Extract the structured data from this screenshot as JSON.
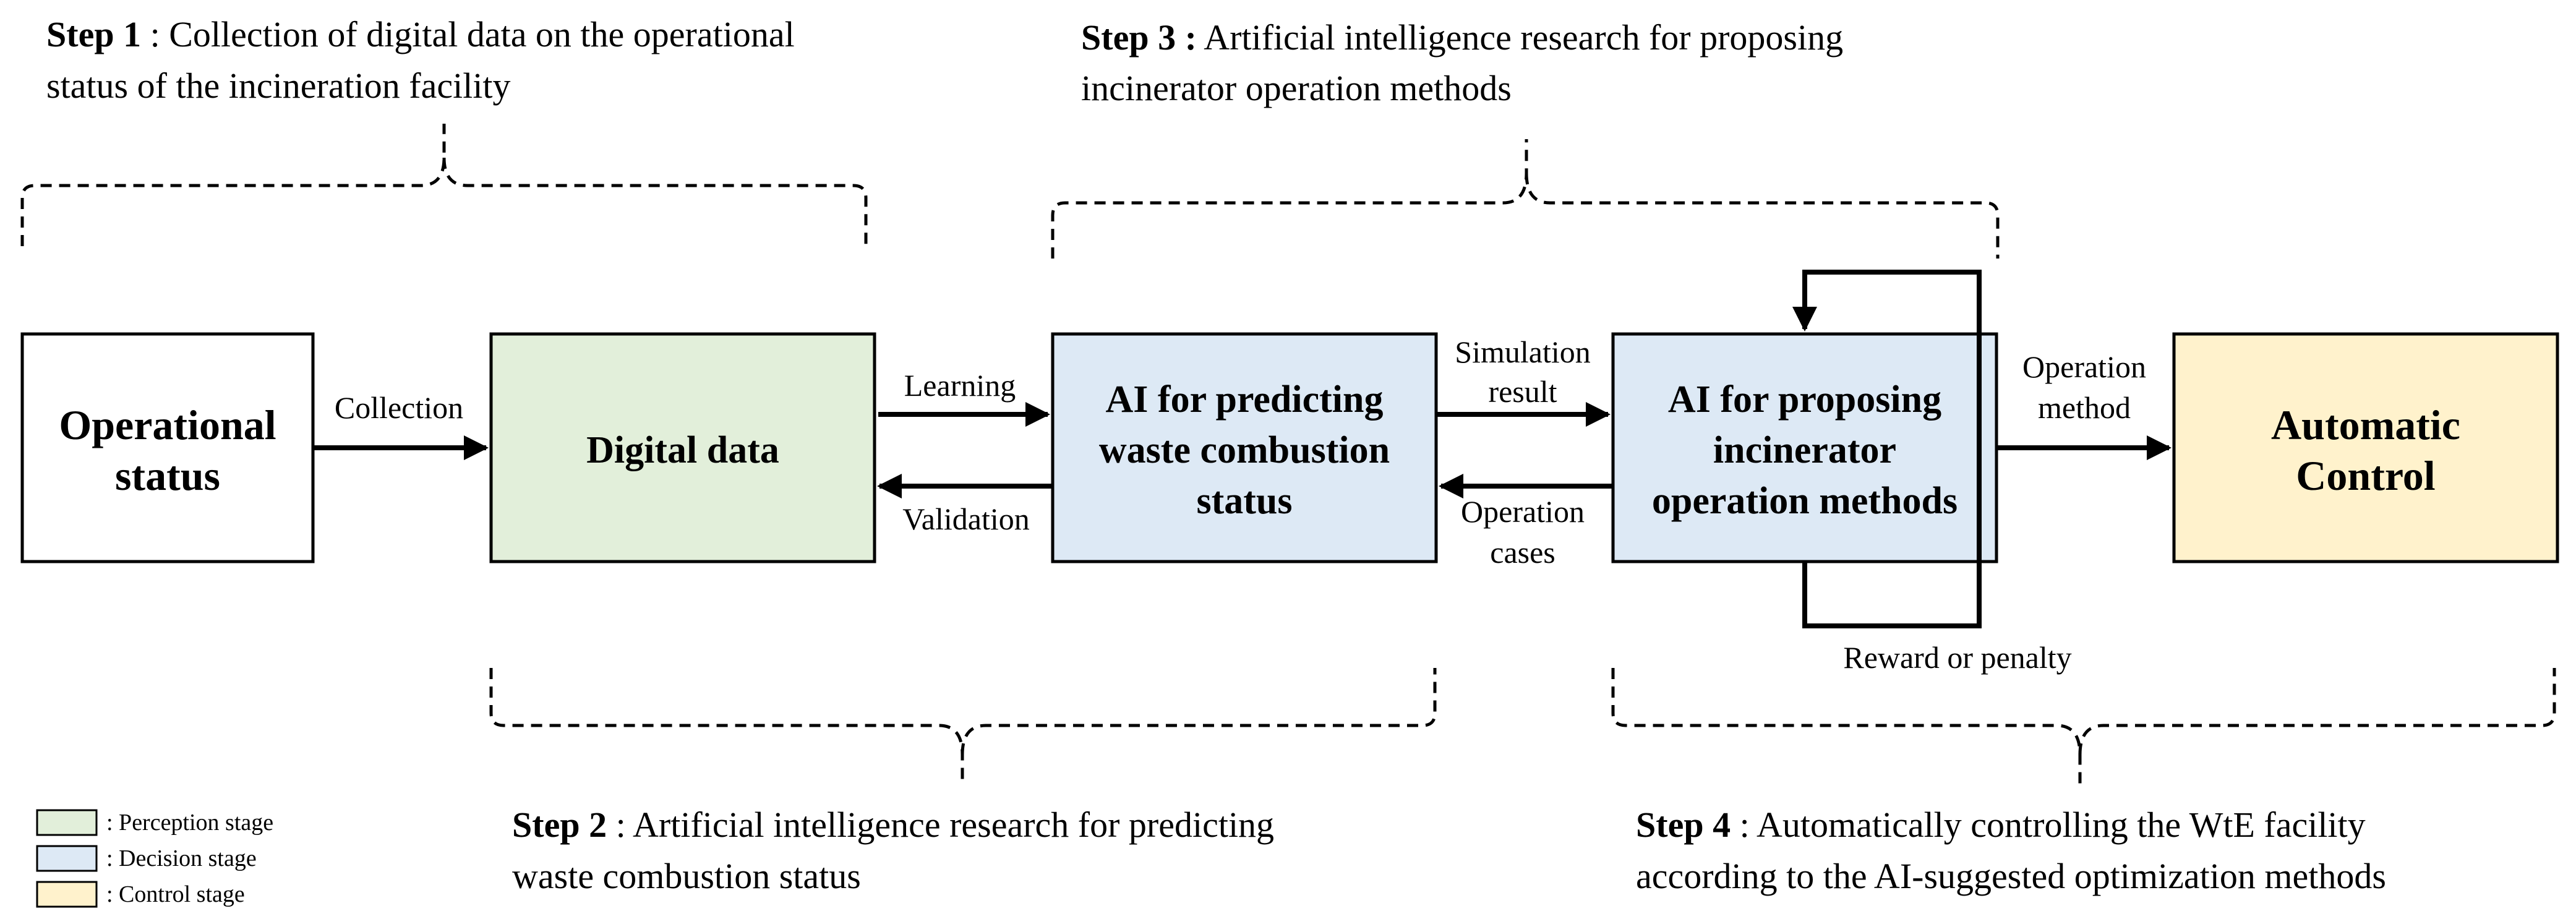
{
  "colors": {
    "perception": "#e2efda",
    "decision": "#dde9f5",
    "control": "#fff2cc",
    "white": "#ffffff",
    "stroke": "#000000"
  },
  "steps": {
    "step1": {
      "title": "Step 1",
      "line1": " : Collection of digital data on the operational",
      "line2": "status of the incineration facility"
    },
    "step2": {
      "title": "Step 2",
      "line1": " : Artificial intelligence research for predicting",
      "line2": "waste combustion status"
    },
    "step3": {
      "title": "Step 3 :",
      "line1": " Artificial intelligence research for proposing",
      "line2": "incinerator operation methods"
    },
    "step4": {
      "title": "Step 4",
      "line1": " : Automatically controlling the WtE facility",
      "line2": "according to the AI-suggested optimization methods"
    }
  },
  "boxes": {
    "operational": {
      "line1": "Operational",
      "line2": "status"
    },
    "digital": {
      "label": "Digital data"
    },
    "predict": {
      "line1": "AI for predicting",
      "line2": "waste combustion",
      "line3": "status"
    },
    "propose": {
      "line1": "AI for proposing",
      "line2": "incinerator",
      "line3": "operation methods"
    },
    "control": {
      "line1": "Automatic",
      "line2": "Control"
    }
  },
  "edges": {
    "collection": "Collection",
    "learning": "Learning",
    "validation": "Validation",
    "simulation_line1": "Simulation",
    "simulation_line2": "result",
    "operation_cases_line1": "Operation",
    "operation_cases_line2": "cases",
    "operation_method_line1": "Operation",
    "operation_method_line2": "method",
    "reward": "Reward or penalty"
  },
  "legend": {
    "perception": ": Perception stage",
    "decision": ": Decision stage",
    "control": ": Control stage"
  }
}
